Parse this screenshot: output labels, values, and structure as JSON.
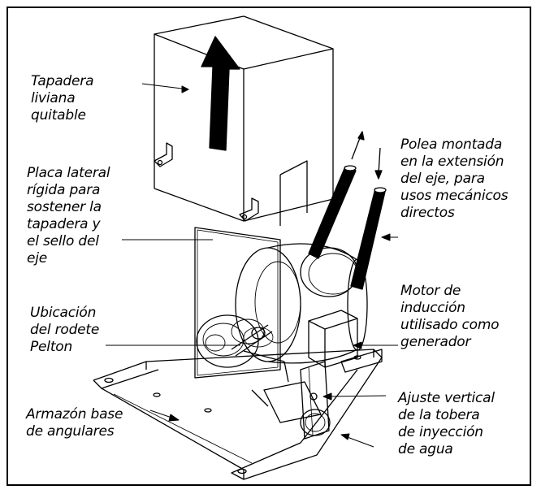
{
  "labels": {
    "cover": "Tapadera\nliviana\nquitable",
    "plate": "Placa lateral\nrígida para\nsostener la\ntapadera y\nel sello del\neje",
    "runner": "Ubicación\ndel rodete\nPelton",
    "frame": "Armazón base\nde angulares",
    "pulley": "Polea montada\nen la extensión\ndel eje, para\nusos mecánicos\ndirectos",
    "motor": "Motor de\ninducción\nutilisado como\ngenerador",
    "nozzle": "Ajuste vertical\nde la tobera\nde inyección\nde agua"
  },
  "colors": {
    "line": "#000000",
    "background": "#ffffff",
    "arrow": "#000000"
  }
}
